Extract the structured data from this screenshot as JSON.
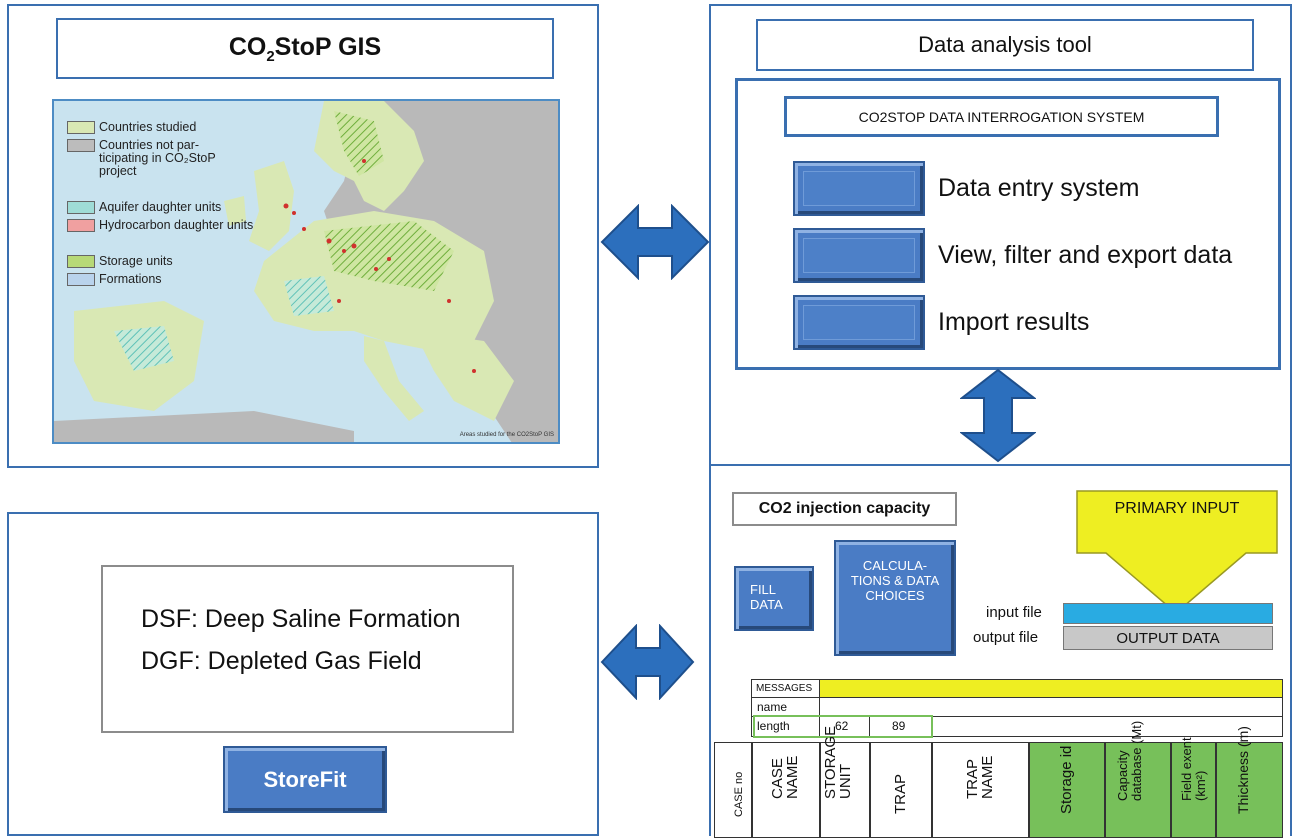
{
  "gis_panel": {
    "title_main": "CO",
    "title_sub": "2",
    "title_rest": "StoP GIS",
    "legend": [
      {
        "label": "Countries studied",
        "color": "#d9e8b4"
      },
      {
        "label": "Countries not par-ticipating in CO₂StoP project",
        "color": "#bcbcbc"
      },
      {
        "label": "Aquifer daughter units",
        "color": "#9fdcd6"
      },
      {
        "label": "Hydrocarbon daughter units",
        "color": "#f0a0a0"
      },
      {
        "label": "Storage units",
        "color": "#b7d977"
      },
      {
        "label": "Formations",
        "color": "#b9d3ec"
      }
    ],
    "map_caption": "Areas studied for the CO2StoP GIS"
  },
  "analysis_panel": {
    "title": "Data analysis tool",
    "system_title": "CO2STOP DATA INTERROGATION SYSTEM",
    "menu": [
      {
        "label": "Data entry system"
      },
      {
        "label": "View, filter and export data"
      },
      {
        "label": "Import results"
      }
    ]
  },
  "injection_panel": {
    "title": "CO2 injection capacity",
    "fill_button": "FILL DATA",
    "calc_button": "CALCULA- TIONS & DATA CHOICES",
    "primary_input": "PRIMARY INPUT",
    "input_file_label": "input file",
    "output_file_label": "output file",
    "output_data": "OUTPUT DATA",
    "messages_label": "MESSAGES",
    "name_label": "name",
    "length_label": "length",
    "length_values": [
      "62",
      "89"
    ],
    "columns": [
      {
        "label": "CASE no",
        "green": false
      },
      {
        "label": "CASE NAME",
        "green": false
      },
      {
        "label": "STORAGE UNIT",
        "green": false
      },
      {
        "label": "TRAP",
        "green": false
      },
      {
        "label": "TRAP NAME",
        "green": false
      },
      {
        "label": "Storage id",
        "green": true
      },
      {
        "label": "Capacity database (Mt)",
        "green": true
      },
      {
        "label": "Field exent (km²)",
        "green": true
      },
      {
        "label": "Thickness (m)",
        "green": true
      }
    ],
    "colors": {
      "yellow": "#eeee22",
      "cyan": "#29abe2",
      "green": "#77c05a",
      "grey": "#c8c8c8"
    }
  },
  "storefit_panel": {
    "line1": "DSF: Deep Saline Formation",
    "line2": "DGF: Depleted Gas Field",
    "button": "StoreFit"
  },
  "colors": {
    "border": "#3a6fb0",
    "arrow": "#2c6fbd",
    "button": "#4a7cc5"
  }
}
